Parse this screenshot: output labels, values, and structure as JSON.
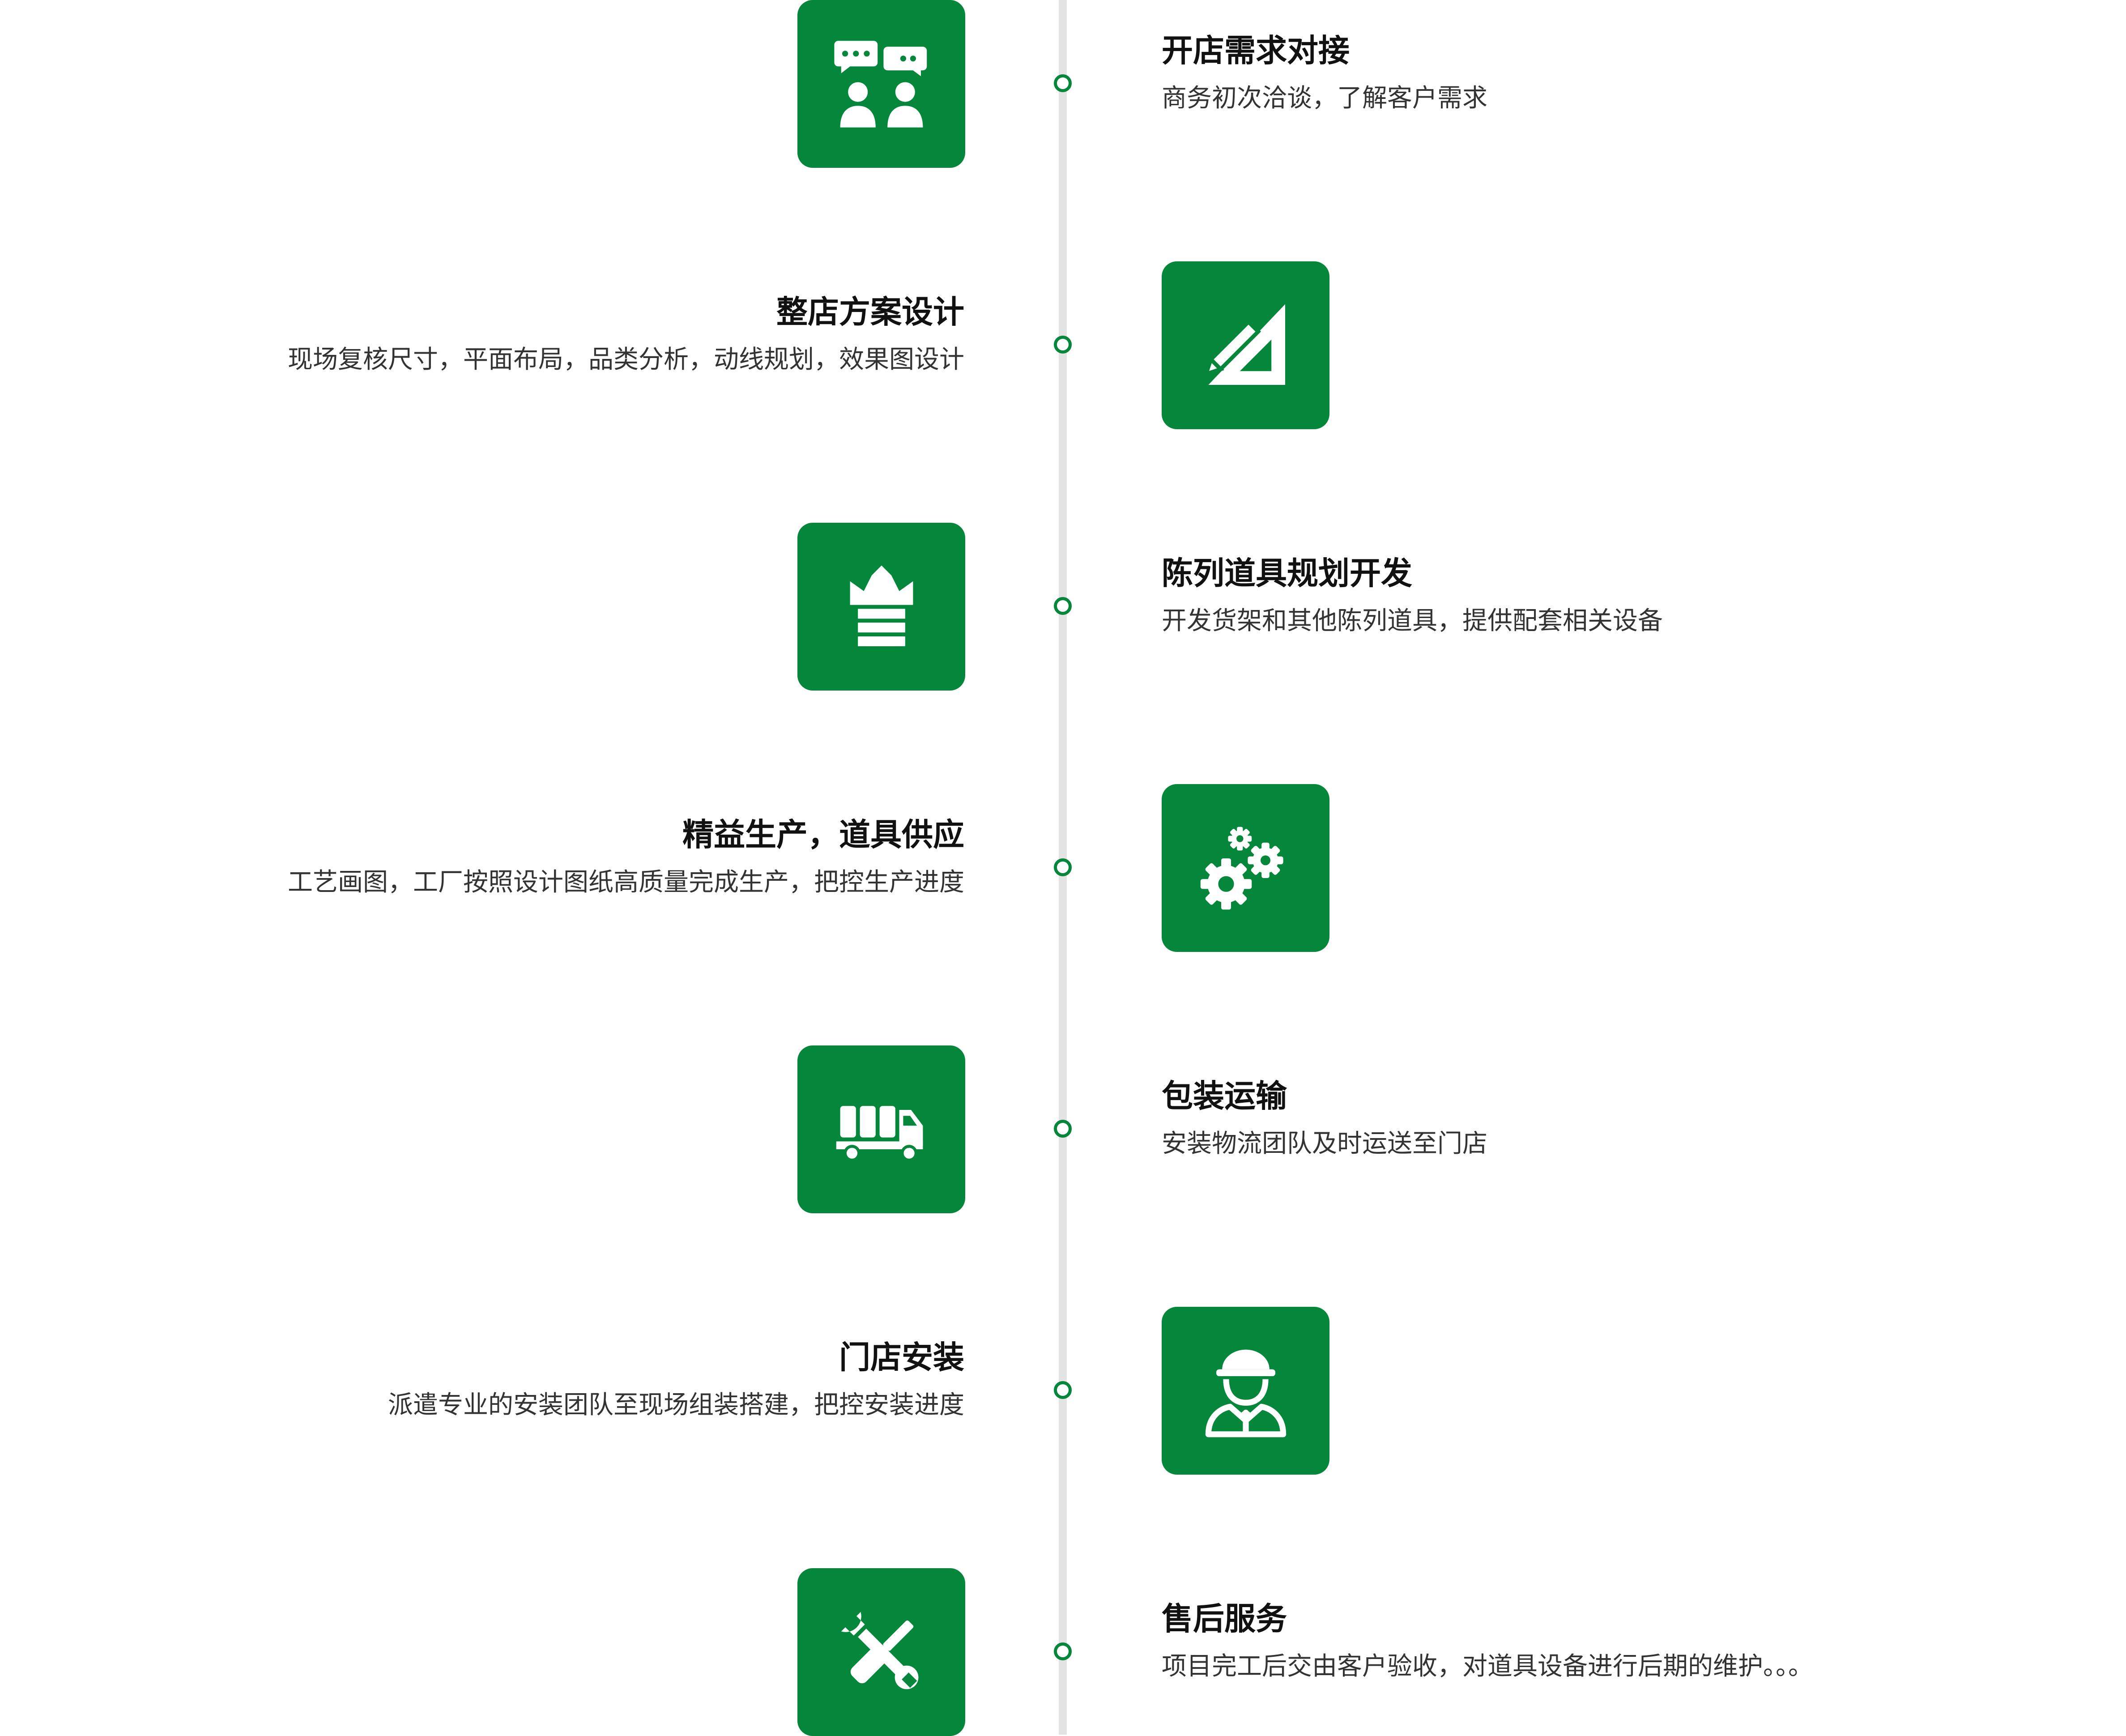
{
  "colors": {
    "accent": "#04873a",
    "timeline": "#e3e3e3",
    "title": "#111111",
    "text": "#333333"
  },
  "steps": [
    {
      "side": "right",
      "icon": "chat-people-icon",
      "title": "开店需求对接",
      "description": "商务初次洽谈，了解客户需求"
    },
    {
      "side": "left",
      "icon": "design-ruler-pencil-icon",
      "title": "整店方案设计",
      "description": "现场复核尺寸，平面布局，品类分析，动线规划，效果图设计"
    },
    {
      "side": "right",
      "icon": "potted-plant-icon",
      "title": "陈列道具规划开发",
      "description": "开发货架和其他陈列道具，提供配套相关设备"
    },
    {
      "side": "left",
      "icon": "gears-icon",
      "title": "精益生产，道具供应",
      "description": "工艺画图，工厂按照设计图纸高质量完成生产，把控生产进度"
    },
    {
      "side": "right",
      "icon": "delivery-truck-icon",
      "title": "包装运输",
      "description": "安装物流团队及时运送至门店"
    },
    {
      "side": "left",
      "icon": "worker-helmet-icon",
      "title": "门店安装",
      "description": "派遣专业的安装团队至现场组装搭建，把控安装进度"
    },
    {
      "side": "right",
      "icon": "wrench-screwdriver-icon",
      "title": "售后服务",
      "description": "项目完工后交由客户验收，对道具设备进行后期的维护。。。"
    }
  ]
}
